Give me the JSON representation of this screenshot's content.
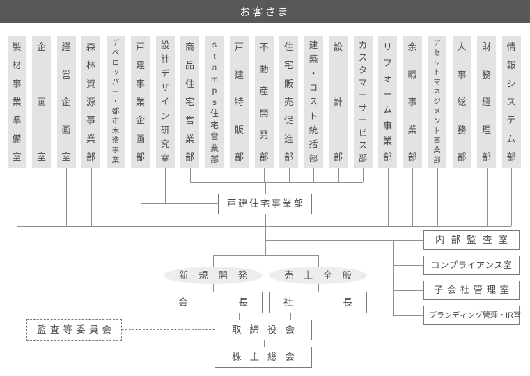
{
  "header": {
    "customer_label": "お客さま"
  },
  "departments": [
    "製材事業準備室",
    "企画室",
    "経営企画室",
    "森林資源事業部",
    "デベロッパー・都市木造事業",
    "戸建事業企画部",
    "設計デザイン研究室",
    "商品住宅営業部",
    "stamps住宅営業部",
    "戸建特販部",
    "不動産開発部",
    "住宅販売促進部",
    "建築・コスト統括部",
    "設計部",
    "カスタマーサービス部",
    "リフォーム事業部",
    "余暇事業部",
    "アセットマネジメント事業部",
    "人事総務部",
    "財務経理部",
    "情報システム部"
  ],
  "kodate_division": "戸建住宅事業部",
  "governance_boxes": [
    "内部監査室",
    "コンプライアンス室",
    "子会社管理室",
    "ブランディング管理・IR室"
  ],
  "scope_ovals": [
    "新規開発",
    "売上全般"
  ],
  "chairman": "会長",
  "president": "社長",
  "board": "取締役会",
  "shareholders": "株主総会",
  "audit_committee": "監査等委員会",
  "colors": {
    "bar_bg": "#595757",
    "bar_text": "#ffffff",
    "column_bg": "#e3e3e3",
    "text": "#4d4d4d",
    "line": "#8f8f8f",
    "box_border": "#7a7a7a",
    "oval_bg": "#ededed"
  }
}
